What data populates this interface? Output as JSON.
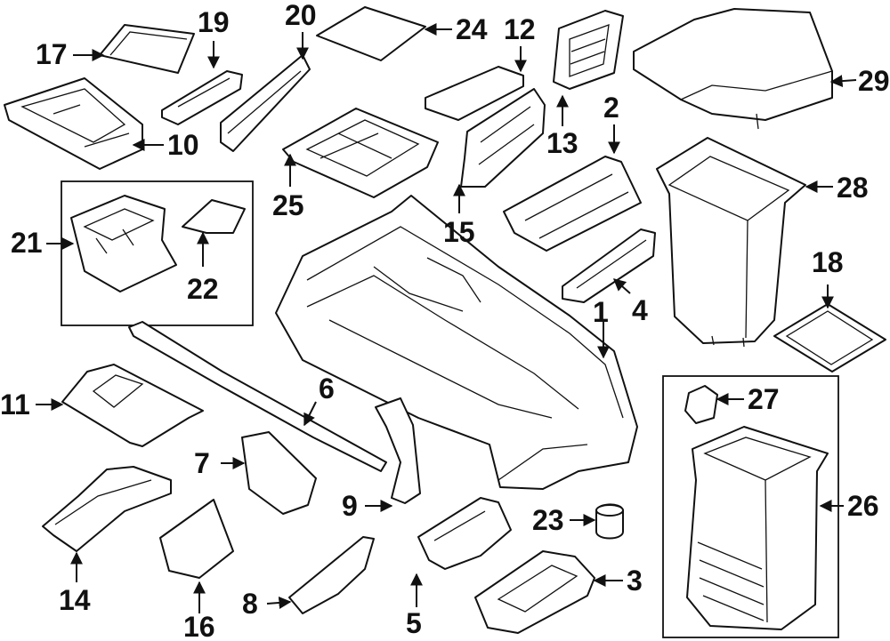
{
  "callouts": {
    "c1": "1",
    "c2": "2",
    "c3": "3",
    "c4": "4",
    "c5": "5",
    "c6": "6",
    "c7": "7",
    "c8": "8",
    "c9": "9",
    "c10": "10",
    "c11": "11",
    "c12": "12",
    "c13": "13",
    "c14": "14",
    "c15": "15",
    "c16": "16",
    "c17": "17",
    "c18": "18",
    "c19": "19",
    "c20": "20",
    "c21": "21",
    "c22": "22",
    "c23": "23",
    "c24": "24",
    "c25": "25",
    "c26": "26",
    "c27": "27",
    "c28": "28",
    "c29": "29"
  },
  "colors": {
    "ink": "#111111",
    "background": "#ffffff",
    "shade": "#d9d9d9"
  }
}
